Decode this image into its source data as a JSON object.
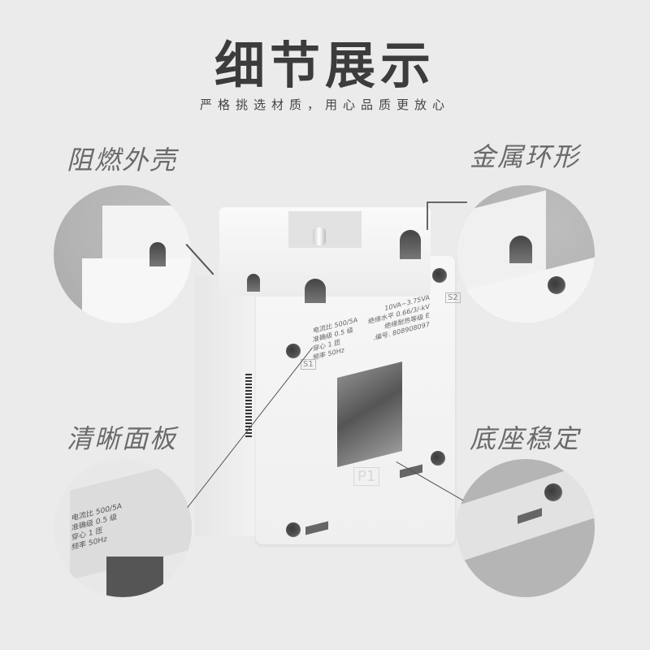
{
  "header": {
    "title": "细节展示",
    "subtitle": "严格挑选材质，用心品质更放心"
  },
  "features": [
    {
      "label": "阻燃外壳",
      "position": "top-left"
    },
    {
      "label": "金属环形",
      "position": "top-right"
    },
    {
      "label": "清晰面板",
      "position": "bottom-left"
    },
    {
      "label": "底座稳定",
      "position": "bottom-right"
    }
  ],
  "nameplate": {
    "left_lines": [
      "电流比 500/5A",
      "准确级 0.5 级",
      "穿心 1 匝",
      "频率 50Hz"
    ],
    "right_lines": [
      "10VA~3.75VA",
      "绝缘水平 0.66/3/-kV",
      "绝缘耐热等级 E",
      ".编号. 808908097"
    ],
    "terminal_s1": "S1",
    "terminal_s2": "S2",
    "terminal_p1": "P1"
  },
  "colors": {
    "background": "#ebebeb",
    "title": "#3c3c3c",
    "label": "#6a6a6a",
    "line": "#555555"
  }
}
